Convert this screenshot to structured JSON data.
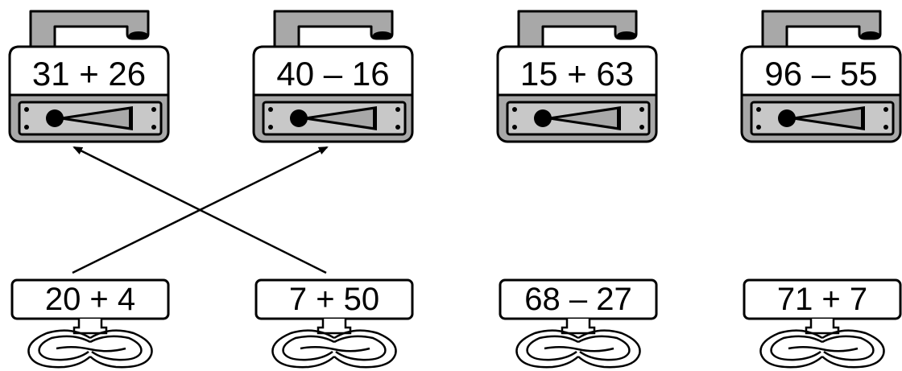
{
  "locks": [
    {
      "expression": "31 + 26"
    },
    {
      "expression": "40 – 16"
    },
    {
      "expression": "15 + 63"
    },
    {
      "expression": "96 – 55"
    }
  ],
  "keys": [
    {
      "expression": "20 + 4"
    },
    {
      "expression": "7 + 50"
    },
    {
      "expression": "68 – 27"
    },
    {
      "expression": "71 + 7"
    }
  ],
  "connections": [
    {
      "key": "20 + 4",
      "lock": "40 – 16"
    },
    {
      "key": "7 + 50",
      "lock": "31 + 26"
    }
  ],
  "colors": {
    "ink": "#000000",
    "lock_gray": "#a8a8a8",
    "plate_gray": "#c8c8c8"
  }
}
